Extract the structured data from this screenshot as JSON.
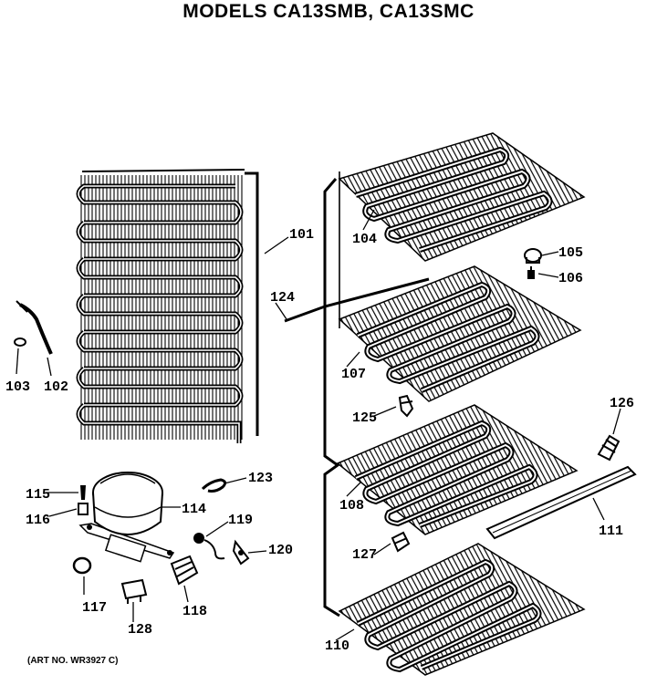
{
  "title": "MODELS CA13SMB, CA13SMC",
  "art_no": "(ART NO. WR3927 C)",
  "parts": [
    {
      "id": "101",
      "label": "101"
    },
    {
      "id": "102",
      "label": "102"
    },
    {
      "id": "103",
      "label": "103"
    },
    {
      "id": "104",
      "label": "104"
    },
    {
      "id": "105",
      "label": "105"
    },
    {
      "id": "106",
      "label": "106"
    },
    {
      "id": "107",
      "label": "107"
    },
    {
      "id": "108",
      "label": "108"
    },
    {
      "id": "110",
      "label": "110"
    },
    {
      "id": "111",
      "label": "111"
    },
    {
      "id": "114",
      "label": "114"
    },
    {
      "id": "115",
      "label": "115"
    },
    {
      "id": "116",
      "label": "116"
    },
    {
      "id": "117",
      "label": "117"
    },
    {
      "id": "118",
      "label": "118"
    },
    {
      "id": "119",
      "label": "119"
    },
    {
      "id": "120",
      "label": "120"
    },
    {
      "id": "123",
      "label": "123"
    },
    {
      "id": "124",
      "label": "124"
    },
    {
      "id": "125",
      "label": "125"
    },
    {
      "id": "126",
      "label": "126"
    },
    {
      "id": "127",
      "label": "127"
    },
    {
      "id": "128",
      "label": "128"
    }
  ]
}
